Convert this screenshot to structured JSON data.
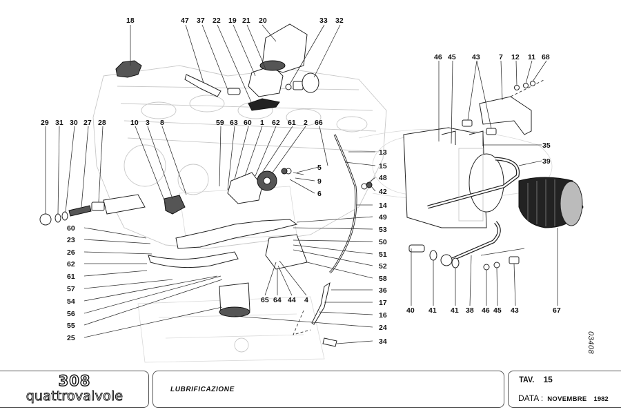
{
  "document": {
    "model_number": "308",
    "model_name": "quattrovalvole",
    "section_title": "LUBRIFICAZIONE",
    "table_label": "TAV.",
    "table_number": "15",
    "date_label": "DATA :",
    "date_month": "NOVEMBRE",
    "date_year": "1982",
    "drawing_code": "03408"
  },
  "callouts": {
    "top": [
      "18",
      "47",
      "37",
      "22",
      "19",
      "21",
      "20",
      "33",
      "32"
    ],
    "left_row": [
      "29",
      "31",
      "30",
      "27",
      "28",
      "10",
      "3",
      "8",
      "59",
      "63",
      "60",
      "1",
      "62",
      "61",
      "2",
      "66"
    ],
    "left_column": [
      "60",
      "23",
      "26",
      "62",
      "61",
      "57",
      "54",
      "56",
      "55",
      "25"
    ],
    "center_right": [
      "13",
      "15",
      "5",
      "9",
      "6",
      "48",
      "42",
      "14",
      "49",
      "53",
      "50",
      "51",
      "52",
      "58",
      "36",
      "17",
      "16",
      "24",
      "34"
    ],
    "center_bottom": [
      "65",
      "64",
      "44",
      "4"
    ],
    "cooler_top": [
      "46",
      "45",
      "43",
      "7",
      "12",
      "11",
      "68"
    ],
    "cooler_right": [
      "35",
      "39"
    ],
    "cooler_bottom": [
      "40",
      "41",
      "41",
      "38",
      "46",
      "45",
      "43",
      "67"
    ]
  }
}
